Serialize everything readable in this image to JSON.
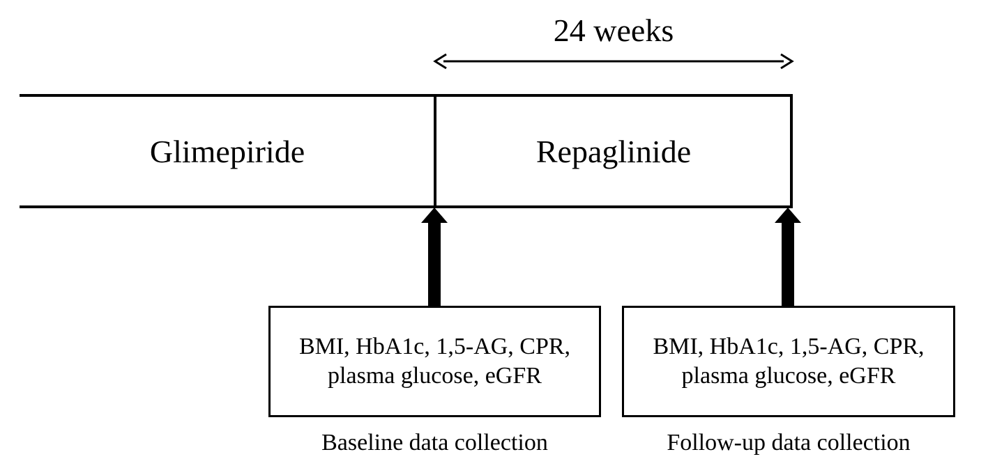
{
  "timeline": {
    "duration_label": "24 weeks",
    "drug_before": "Glimepiride",
    "drug_after": "Repaglinide"
  },
  "baseline": {
    "line1": "BMI, HbA1c, 1,5-AG, CPR,",
    "line2": "plasma glucose, eGFR",
    "caption": "Baseline data collection"
  },
  "followup": {
    "line1": "BMI, HbA1c, 1,5-AG, CPR,",
    "line2": "plasma glucose, eGFR",
    "caption": "Follow-up data collection"
  }
}
